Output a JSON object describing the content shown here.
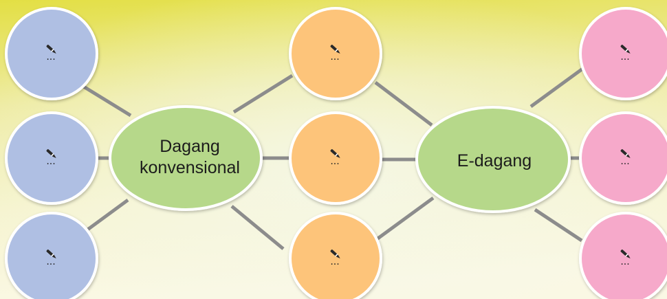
{
  "diagram": {
    "center_left": {
      "label_lines": [
        "Dagang",
        "konvensional"
      ],
      "fill": "#b6d88a"
    },
    "center_right": {
      "label_lines": [
        "E-dagang"
      ],
      "fill": "#b6d88a"
    },
    "placeholder_text": "...",
    "placeholder_icon": "pen-icon",
    "left_circles": {
      "count": 3,
      "fill": "#afbfe3"
    },
    "middle_circles": {
      "count": 3,
      "fill": "#fdc47a"
    },
    "right_circles": {
      "count": 3,
      "fill": "#f6a9ca"
    },
    "colors": {
      "background_top": "#e3df44",
      "background_bottom": "#f8f6d8",
      "connector": "#8c8c8c",
      "node_border": "#ffffff"
    }
  }
}
